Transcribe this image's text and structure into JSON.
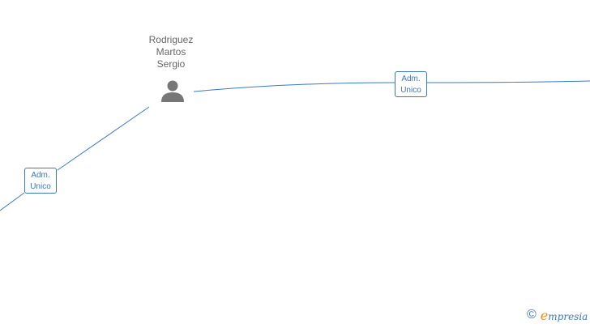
{
  "person": {
    "name_lines": [
      "Rodriguez",
      "Martos",
      "Sergio"
    ],
    "icon": "person-icon"
  },
  "edges": [
    {
      "label_lines": [
        "Adm.",
        "Unico"
      ]
    },
    {
      "label_lines": [
        "Adm.",
        "Unico"
      ]
    }
  ],
  "watermark": {
    "symbol": "©",
    "brand_initial": "e",
    "brand_rest": "mpresia"
  },
  "colors": {
    "edge": "#3b78c2",
    "name_text": "#666666",
    "icon": "#777777",
    "brand_accent": "#f08a1c"
  }
}
